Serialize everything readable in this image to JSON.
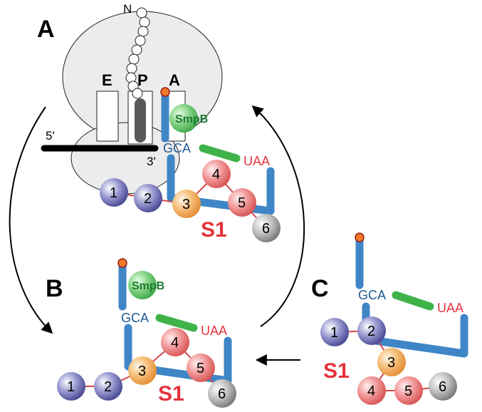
{
  "panels": {
    "a": "A",
    "b": "B",
    "c": "C"
  },
  "ribosome": {
    "site_e": "E",
    "site_p": "P",
    "site_a": "A",
    "n_terminus": "N",
    "mrna_5prime": "5'",
    "mrna_3prime": "3'"
  },
  "tmrna": {
    "gca": "GCA",
    "uaa": "UAA",
    "smpb": "SmpB",
    "s1": "S1"
  },
  "domains": [
    "1",
    "2",
    "3",
    "4",
    "5",
    "6"
  ],
  "colors": {
    "tmrna_blue": "#3f86c6",
    "gca_text": "#1f5a92",
    "uaa_red": "#e5323b",
    "s1_red": "#e5323b",
    "smpb_green": "#4cb84c",
    "smpb_text": "#1f7a35",
    "orf_green": "#3fb34a",
    "ribosome_gray": "#ececec",
    "mrna_black": "#000000",
    "domain_purple": "#5a5aa8",
    "domain_orange": "#f0a04a",
    "domain_pink": "#e66a6a",
    "domain_gray": "#8a8a8a"
  }
}
